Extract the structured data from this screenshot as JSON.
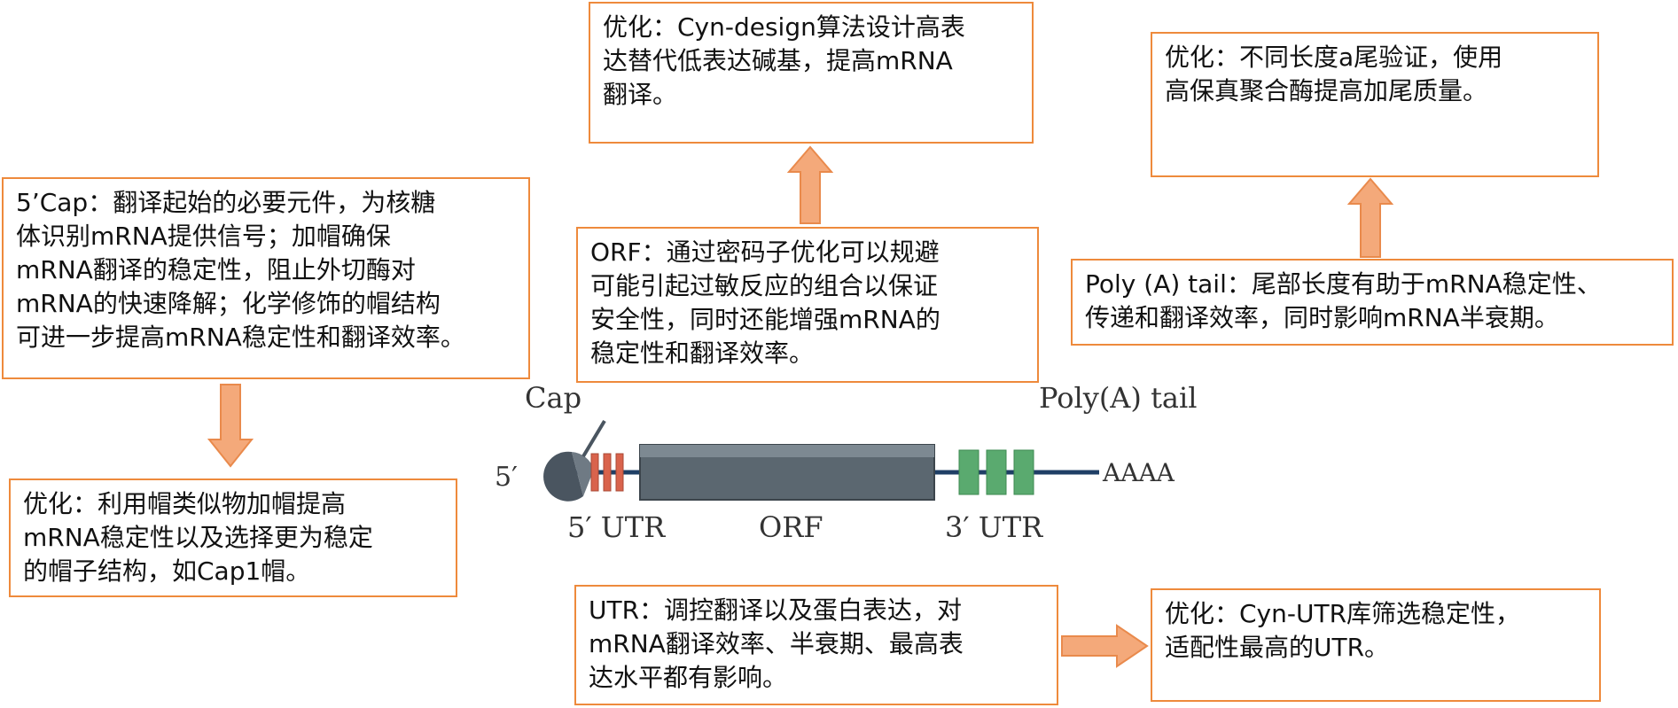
{
  "boxes": {
    "cap_desc": "5’Cap：翻译起始的必要元件，为核糖\n体识别mRNA提供信号；加帽确保\nmRNA翻译的稳定性，阻止外切酶对\nmRNA的快速降解；化学修饰的帽结构\n可进一步提高mRNA稳定性和翻译效率。",
    "cap_opt": "优化：利用帽类似物加帽提高\nmRNA稳定性以及选择更为稳定\n的帽子结构，如Cap1帽。",
    "orf_opt": "优化：Cyn-design算法设计高表\n达替代低表达碱基，提高mRNA\n翻译。",
    "orf_desc": "ORF：通过密码子优化可以规避\n可能引起过敏反应的组合以保证\n安全性，同时还能增强mRNA的\n稳定性和翻译效率。",
    "polya_opt": "优化：不同长度a尾验证，使用\n高保真聚合酶提高加尾质量。",
    "polya_desc": "Poly (A) tail：尾部长度有助于mRNA稳定性、\n传递和翻译效率，同时影响mRNA半衰期。",
    "utr_desc": "UTR：调控翻译以及蛋白表达，对\nmRNA翻译效率、半衰期、最高表\n达水平都有影响。",
    "utr_opt": "优化：Cyn-UTR库筛选稳定性，\n适配性最高的UTR。"
  },
  "diagram": {
    "cap_label": "Cap",
    "polya_label": "Poly(A) tail",
    "five_prime": "5′",
    "aaaa": "AAAA",
    "utr5_label": "5′ UTR",
    "orf_label": "ORF",
    "utr3_label": "3′ UTR"
  },
  "colors": {
    "box_border": "#ee8a3c",
    "arrow_fill": "#f4a97a",
    "arrow_stroke": "#e98a4c",
    "orf_body": "#5b6770",
    "utr5_red": "#d9634c",
    "utr3_green": "#5aaa6f",
    "strand": "#1f3f66"
  }
}
